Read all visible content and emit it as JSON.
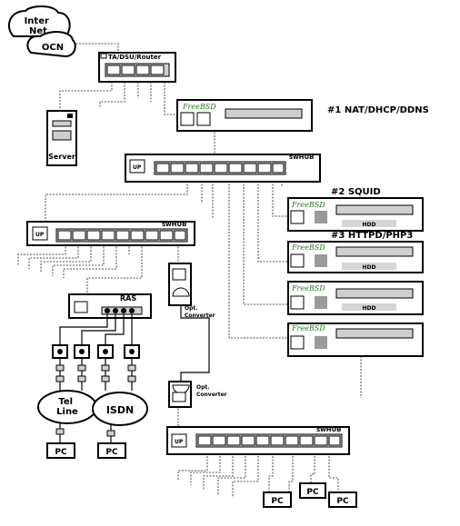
{
  "cloud_internet": "Inter\nNet",
  "cloud_ocn": "OCN",
  "router_label": "TA/DSU/Router",
  "server_label": "Server",
  "freebsd_label": "FreeBSD",
  "nat_label": "#1 NAT/DHCP/DDNS",
  "squid_label": "#2 SQUID",
  "httpd_label": "#3 HTTPD/PHP3",
  "hub_label": "swHUB",
  "uplink_label": "UP",
  "hdd_label": "HDD",
  "ras_label": "RAS",
  "converter_label": "Opt.\nConverter",
  "telline_label": "Tel\nLine",
  "isdn_label": "ISDN",
  "pc_label": "PC"
}
